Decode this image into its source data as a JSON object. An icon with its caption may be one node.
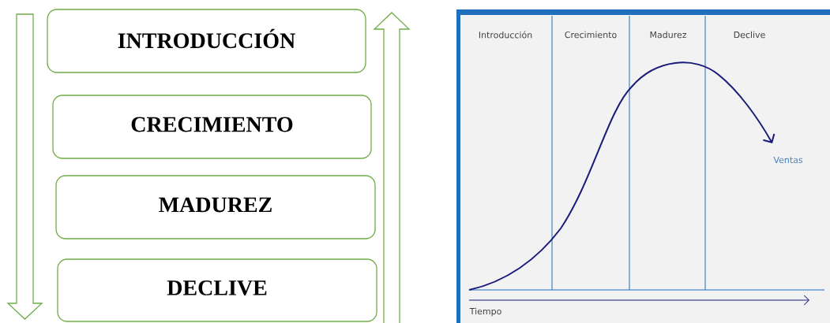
{
  "diagram": {
    "nodes": [
      {
        "text": [
          "INTRODUCCIÓN"
        ]
      },
      {
        "text": [
          "CRECIMIENTO"
        ]
      },
      {
        "text": [
          "MADUREZ"
        ]
      },
      {
        "text": [
          "DECLIVE"
        ]
      }
    ],
    "labels": [
      "Introducción",
      "Crecimiento",
      "Madurez",
      "Declive",
      "Ventas",
      "Tiempo"
    ]
  }
}
